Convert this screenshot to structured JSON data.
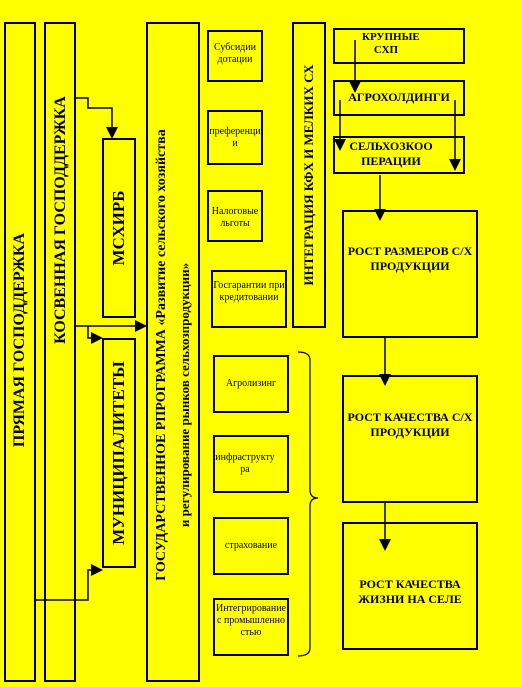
{
  "left_columns": {
    "direct": "ПРЯМАЯ ГОСПОДДЕРЖКА",
    "indirect": "КОСВЕННАЯ ГОСПОДДЕРЖКА",
    "ministry": "МСХИРБ",
    "municipalities": "МУНИЦИПАЛИТЕТЫ"
  },
  "program": {
    "line1": "ГОСУДАРСТВЕННОЕ РПРОГРАММА «Развитие сельского хозяйства",
    "line2": "и регулирование рынков сельхозпродукции»"
  },
  "instruments": [
    "Субсидии дотации",
    "преференции",
    "Налоговые льготы",
    "Госгарантии при кредитовании",
    "Агролизинг",
    "инфраструктура",
    "страхование",
    "Интегрирование с промышленностью"
  ],
  "integration": "ИНТЕГРАЦИЯ КФХ И МЕЛКИХ СХ",
  "forms": [
    "КРУПНЫЕ СХП",
    "АГРОХОЛДИНГИ",
    "СЕЛЬХОЗКООПЕРАЦИИ"
  ],
  "results": [
    "РОСТ РАЗМЕРОВ С/Х ПРОДУКЦИИ",
    "РОСТ КАЧЕСТВА С/Х ПРОДУКЦИИ",
    "РОСТ КАЧЕСТВА ЖИЗНИ НА СЕЛЕ"
  ]
}
